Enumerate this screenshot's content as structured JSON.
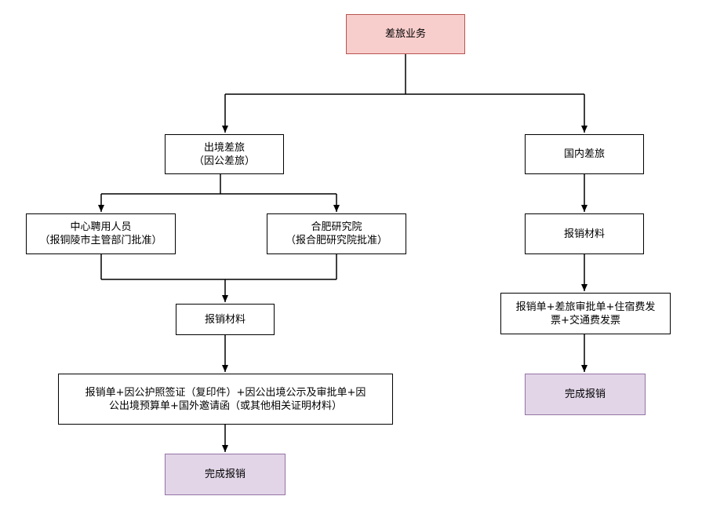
{
  "colors": {
    "root_fill": "#f8cecc",
    "root_stroke": "#b85450",
    "done_fill": "#e1d5e7",
    "done_stroke": "#9673a6",
    "line": "#000000"
  },
  "nodes": {
    "root": {
      "lines": [
        "差旅业务"
      ]
    },
    "outbound": {
      "lines": [
        "出境差旅",
        "（因公差旅）"
      ]
    },
    "domestic": {
      "lines": [
        "国内差旅"
      ]
    },
    "center_staff": {
      "lines": [
        "中心聘用人员",
        "（报铜陵市主管部门批准）"
      ]
    },
    "hefei_institute": {
      "lines": [
        "合肥研究院",
        "（报合肥研究院批准）"
      ]
    },
    "outbound_materials": {
      "lines": [
        "报销材料"
      ]
    },
    "domestic_materials": {
      "lines": [
        "报销材料"
      ]
    },
    "outbound_docs": {
      "lines": [
        "报销单+因公护照签证（复印件）+因公出境公示及审批单+因",
        "公出境预算单+国外邀请函（或其他相关证明材料）"
      ]
    },
    "domestic_docs": {
      "lines": [
        "报销单+差旅审批单+住宿费发",
        "票+交通费发票"
      ]
    },
    "outbound_done": {
      "lines": [
        "完成报销"
      ]
    },
    "domestic_done": {
      "lines": [
        "完成报销"
      ]
    }
  }
}
